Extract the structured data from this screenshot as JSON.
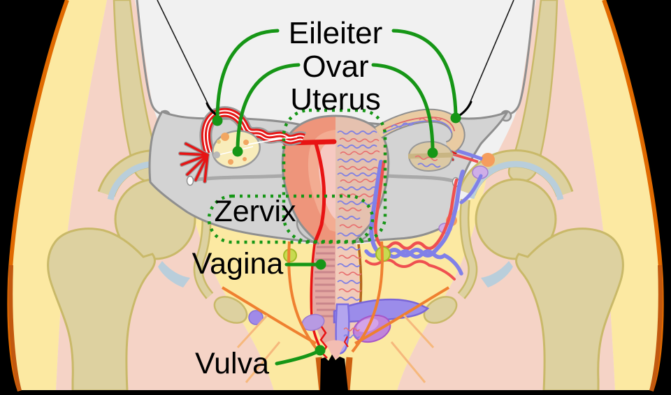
{
  "diagram": {
    "description": "Schematic frontal cutaway of the female pelvis with internal reproductive organs, German labels",
    "labels": {
      "fallopian_tube": "Eileiter",
      "ovary": "Ovar",
      "uterus": "Uterus",
      "cervix": "Zervix",
      "vagina": "Vagina",
      "vulva": "Vulva"
    },
    "colors": {
      "annotation_green": "#169616",
      "label_text": "#000000",
      "background": "#000000",
      "canvas_gray": "#f1f1f1",
      "skin_yellow": "#fce9a2",
      "muscle_pink": "#f5d3c6",
      "bone_tan": "#ddd1a0",
      "bone_outline": "#c9b969",
      "pelvis_gray": "#d3d3d3",
      "pelvis_outline": "#8f8f8f",
      "cartilage_blue": "#b9cedb",
      "uterus_salmon": "#ee957b",
      "uterus_right_tan": "#e5c1af",
      "tube_red": "#e61414",
      "vessel_red": "#ef5050",
      "vessel_blue": "#8080e8",
      "contour_orange": "#e06a00",
      "vulva_border_orange": "#cb5f10",
      "lymph_node_green": "#c8da50",
      "erectile_purple": "#9b8cea",
      "ovary_left_cream": "#f8ecba"
    }
  }
}
